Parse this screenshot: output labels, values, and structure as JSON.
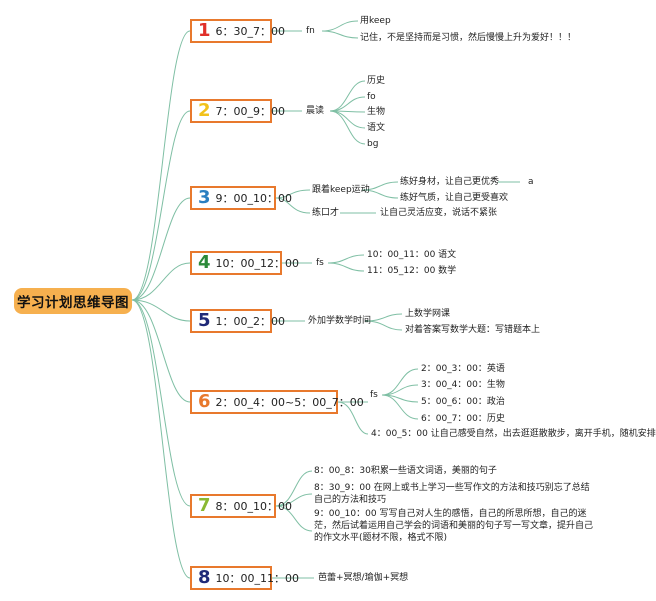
{
  "root": {
    "title": "学习计划思维导图"
  },
  "colors": {
    "line": "#7fbfa4",
    "box_border": "#e8792d",
    "root_fill": "#f6b04f"
  },
  "branches": [
    {
      "num": "1",
      "color": "#e0302a",
      "time": "6：30_7：00",
      "label": "fn",
      "children": [
        "用keep",
        "记住，不是坚持而是习惯，然后慢慢上升为爱好！！！"
      ]
    },
    {
      "num": "2",
      "color": "#f2c21b",
      "time": "7：00_9：00",
      "label": "晨读",
      "children": [
        "历史",
        "fo",
        "生物",
        "语文",
        "bg"
      ]
    },
    {
      "num": "3",
      "color": "#2a7fc0",
      "time": "9：00_10：00",
      "sub": [
        {
          "label": "跟着keep运动",
          "children": [
            "练好身材，让自己更优秀",
            "练好气质，让自己更受喜欢"
          ],
          "extra": "a"
        },
        {
          "label": "练口才",
          "children": [
            "让自己灵活应变，说话不紧张"
          ]
        }
      ]
    },
    {
      "num": "4",
      "color": "#2c8a3a",
      "time": "10：00_12：00",
      "label": "fs",
      "children": [
        "10：00_11：00 语文",
        "11：05_12：00 数学"
      ]
    },
    {
      "num": "5",
      "color": "#1f2a78",
      "time": "1：00_2：00",
      "label": "外加学数学时间",
      "children": [
        "上数学网课",
        "对着答案写数学大题：写错题本上"
      ]
    },
    {
      "num": "6",
      "color": "#e8792d",
      "time": "2：00_4：00~5：00_7：00",
      "label": "fs",
      "children": [
        "2：00_3：00：英语",
        "3：00_4：00：生物",
        "5：00_6：00：政治",
        "6：00_7：00：历史"
      ],
      "extra": "4：00_5：00 让自己感受自然，出去逛逛散散步，离开手机，随机安排"
    },
    {
      "num": "7",
      "color": "#8ab832",
      "time": "8：00_10：00",
      "children": [
        "8：00_8：30积累一些语文词语，美丽的句子",
        "8：30_9：00 在网上或书上学习一些写作文的方法和技巧别忘了总结自己的方法和技巧",
        "9：00_10：00 写写自己对人生的感悟，自己的所思所想，自己的迷茫，然后试着运用自己学会的词语和美丽的句子写一写文章，提升自己的作文水平(题材不限，格式不限)"
      ]
    },
    {
      "num": "8",
      "color": "#1f2a78",
      "time": "10：00_11：00",
      "children": [
        "芭蕾+冥想/瑜伽+冥想"
      ]
    }
  ]
}
